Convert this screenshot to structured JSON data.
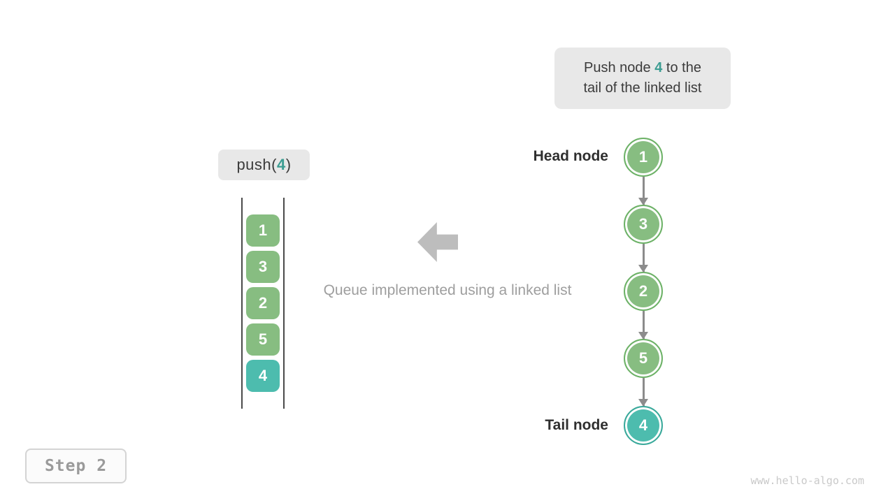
{
  "colors": {
    "node_green": "#87bd81",
    "node_green_border": "#6db267",
    "node_teal": "#4dbcae",
    "node_teal_border": "#3aa99b",
    "accent_teal_text": "#3c9d92",
    "bubble_bg": "#e8e8e8",
    "gray_text": "#9e9e9e",
    "arrow_gray": "#8c8c8c"
  },
  "callout": {
    "line1_prefix": "Push node ",
    "highlight": "4",
    "line1_suffix": " to the",
    "line2": "tail of the linked list"
  },
  "operation": {
    "prefix": "push(",
    "arg": "4",
    "suffix": ")"
  },
  "queue_view": {
    "items": [
      {
        "value": "1"
      },
      {
        "value": "3"
      },
      {
        "value": "2"
      },
      {
        "value": "5"
      },
      {
        "value": "4"
      }
    ]
  },
  "caption": "Queue implemented using a linked list",
  "linked_list": {
    "head_label": "Head node",
    "tail_label": "Tail node",
    "nodes": [
      {
        "value": "1"
      },
      {
        "value": "3"
      },
      {
        "value": "2"
      },
      {
        "value": "5"
      },
      {
        "value": "4"
      }
    ]
  },
  "step_label": "Step 2",
  "watermark": "www.hello-algo.com"
}
